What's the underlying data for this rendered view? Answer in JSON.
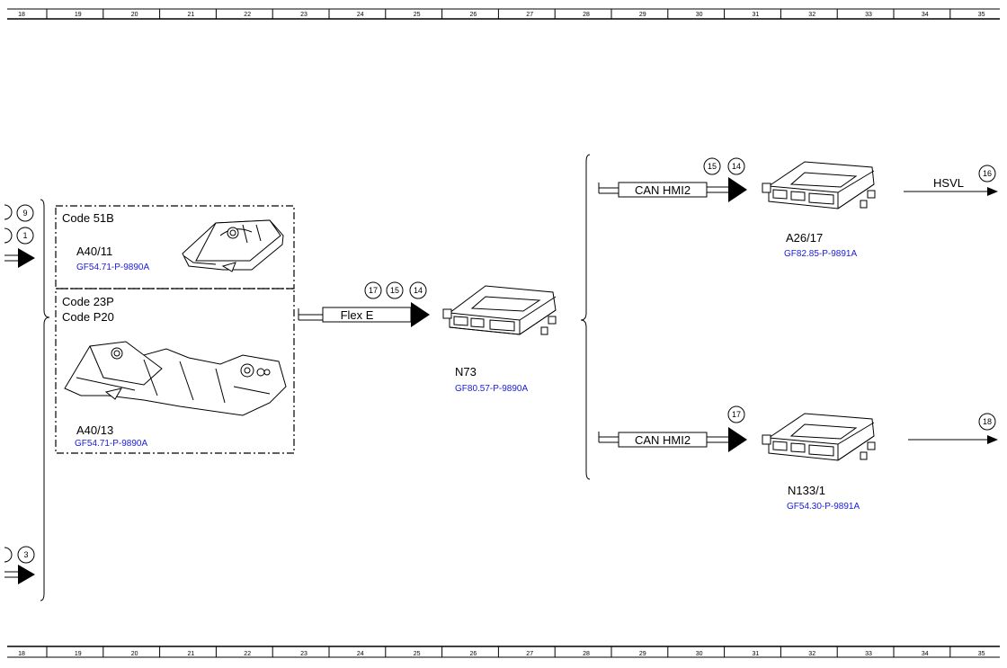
{
  "ruler": {
    "labels": [
      "18",
      "19",
      "20",
      "21",
      "22",
      "23",
      "24",
      "25",
      "26",
      "27",
      "28",
      "29",
      "30",
      "31",
      "32",
      "33",
      "34",
      "35"
    ]
  },
  "left_inputs": [
    {
      "num": "9"
    },
    {
      "num": "1"
    },
    {
      "num": "3"
    }
  ],
  "group_a40_11": {
    "code": "Code 51B",
    "name": "A40/11",
    "ref": "GF54.71-P-9890A"
  },
  "group_a40_13": {
    "code1": "Code 23P",
    "code2": "Code P20",
    "name": "A40/13",
    "ref": "GF54.71-P-9890A"
  },
  "bus_flex": {
    "label": "Flex E",
    "nums": [
      "17",
      "15",
      "14"
    ]
  },
  "n73": {
    "name": "N73",
    "ref": "GF80.57-P-9890A"
  },
  "bus_can_top": {
    "label": "CAN HMI2",
    "nums": [
      "15",
      "14"
    ]
  },
  "a26_17": {
    "name": "A26/17",
    "ref": "GF82.85-P-9891A"
  },
  "hsvl": {
    "label": "HSVL",
    "num": "16"
  },
  "bus_can_bottom": {
    "label": "CAN HMI2",
    "nums": [
      "17"
    ]
  },
  "n133_1": {
    "name": "N133/1",
    "ref": "GF54.30-P-9891A"
  },
  "out_bottom": {
    "num": "18"
  }
}
